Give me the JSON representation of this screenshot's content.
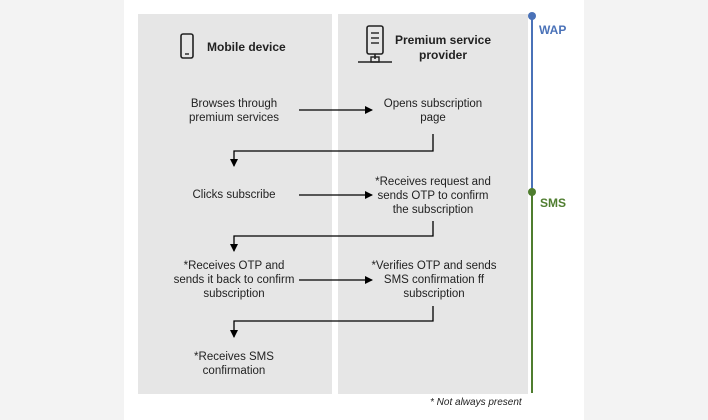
{
  "headers": {
    "mobile": "Mobile device",
    "provider": "Premium service provider"
  },
  "steps": {
    "mobile_1": "Browses through premium services",
    "provider_1": "Opens subscription page",
    "mobile_2": "Clicks subscribe",
    "provider_2": "*Receives request and sends OTP to confirm the subscription",
    "mobile_3": "*Receives OTP and sends it back to confirm subscription",
    "provider_3": "*Verifies OTP and sends SMS confirmation ff subscription",
    "mobile_4": "*Receives SMS confirmation"
  },
  "channels": {
    "wap": "WAP",
    "sms": "SMS"
  },
  "footnote": "* Not always present",
  "colors": {
    "wap": "#4a72b8",
    "sms": "#4f7d2f",
    "panel": "#e6e6e6",
    "arrow": "#000000"
  },
  "icons": [
    "mobile-phone-icon",
    "server-icon"
  ]
}
